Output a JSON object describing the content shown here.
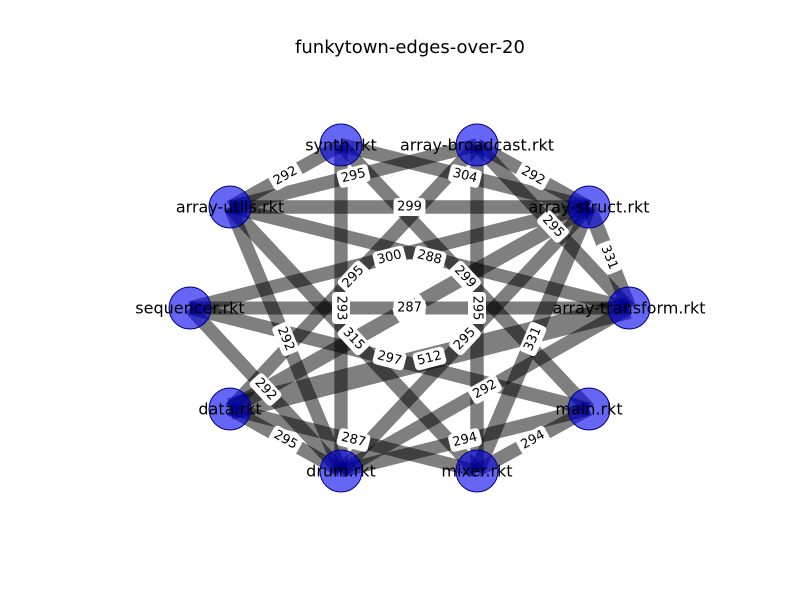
{
  "title": "funkytown-edges-over-20",
  "colors": {
    "node_fill": "#0000ee",
    "node_stroke": "#000080",
    "edge_color": "#000000",
    "label_bg": "#ffffff"
  },
  "nodes": [
    {
      "id": "synth",
      "label": "synth.rkt"
    },
    {
      "id": "broadcast",
      "label": "array-broadcast.rkt"
    },
    {
      "id": "utils",
      "label": "array-utils.rkt"
    },
    {
      "id": "struct",
      "label": "array-struct.rkt"
    },
    {
      "id": "sequencer",
      "label": "sequencer.rkt"
    },
    {
      "id": "transform",
      "label": "array-transform.rkt"
    },
    {
      "id": "data",
      "label": "data.rkt"
    },
    {
      "id": "main",
      "label": "main.rkt"
    },
    {
      "id": "drum",
      "label": "drum.rkt"
    },
    {
      "id": "mixer",
      "label": "mixer.rkt"
    }
  ],
  "edges": [
    {
      "source": "synth",
      "target": "utils",
      "weight": "292"
    },
    {
      "source": "synth",
      "target": "drum",
      "weight": "293"
    },
    {
      "source": "synth",
      "target": "main",
      "weight": "299"
    },
    {
      "source": "synth",
      "target": "struct",
      "weight": "304"
    },
    {
      "source": "broadcast",
      "target": "utils",
      "weight": "295"
    },
    {
      "source": "broadcast",
      "target": "mixer",
      "weight": "295"
    },
    {
      "source": "broadcast",
      "target": "transform",
      "weight": "295"
    },
    {
      "source": "broadcast",
      "target": "data",
      "weight": "295"
    },
    {
      "source": "broadcast",
      "target": "struct",
      "weight": "292"
    },
    {
      "source": "utils",
      "target": "struct",
      "weight": "299"
    },
    {
      "source": "utils",
      "target": "transform",
      "weight": "288"
    },
    {
      "source": "utils",
      "target": "drum",
      "weight": "292"
    },
    {
      "source": "utils",
      "target": "mixer",
      "weight": "315"
    },
    {
      "source": "struct",
      "target": "transform",
      "weight": "331"
    },
    {
      "source": "struct",
      "target": "mixer",
      "weight": "331"
    },
    {
      "source": "struct",
      "target": "sequencer",
      "weight": "300"
    },
    {
      "source": "struct",
      "target": "drum",
      "weight": "295"
    },
    {
      "source": "struct",
      "target": "data",
      "weight": "331"
    },
    {
      "source": "sequencer",
      "target": "transform",
      "weight": "287"
    },
    {
      "source": "sequencer",
      "target": "main",
      "weight": "297"
    },
    {
      "source": "sequencer",
      "target": "drum",
      "weight": "292"
    },
    {
      "source": "transform",
      "target": "data",
      "weight": "512"
    },
    {
      "source": "transform",
      "target": "drum",
      "weight": "292"
    },
    {
      "source": "data",
      "target": "mixer",
      "weight": "287"
    },
    {
      "source": "data",
      "target": "drum",
      "weight": "295"
    },
    {
      "source": "drum",
      "target": "main",
      "weight": "294"
    },
    {
      "source": "mixer",
      "target": "main",
      "weight": "294"
    }
  ]
}
